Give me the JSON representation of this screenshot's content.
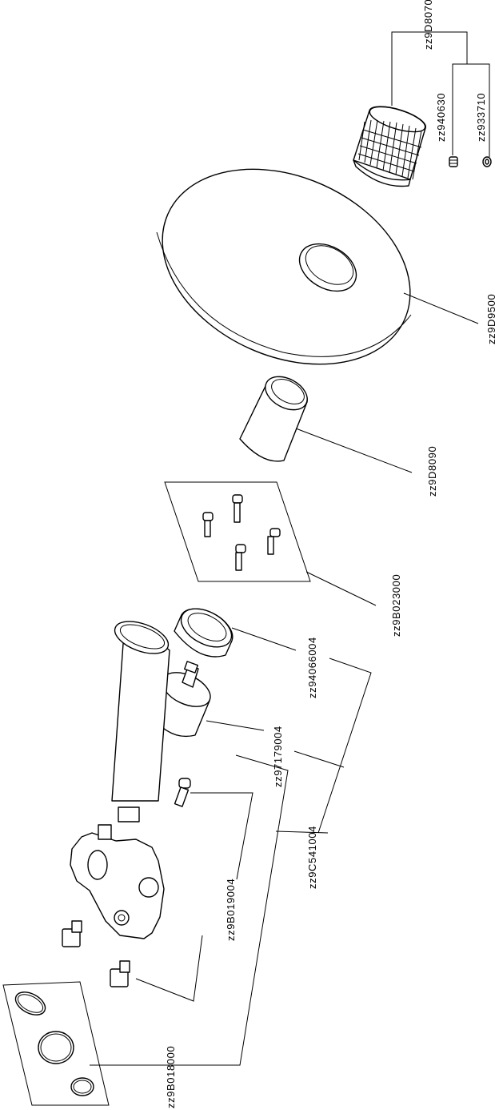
{
  "parts": {
    "knob": "zz9D8070",
    "set_screw": "zz940630",
    "cap_ring": "zz933710",
    "cover_plate": "zz9D9500",
    "sleeve": "zz9D8090",
    "screw_set": "zz9B023000",
    "nut": "zz94066004",
    "cartridge": "zz97179004",
    "kit": "zz9C541004",
    "valve_body": "zz9B019004",
    "oring_set": "zz9B018000"
  }
}
